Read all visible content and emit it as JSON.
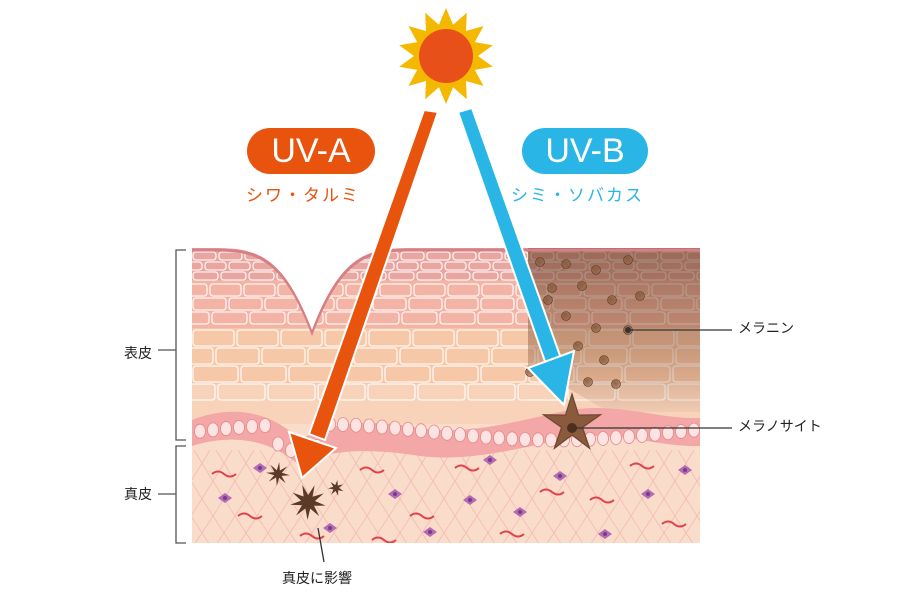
{
  "uva": {
    "label": "UV-A",
    "effect": "シワ・タルミ",
    "color": "#e8530e"
  },
  "uvb": {
    "label": "UV-B",
    "effect": "シミ・ソバカス",
    "color": "#29b6e6"
  },
  "labels": {
    "epidermis": "表皮",
    "dermis": "真皮",
    "melanin": "メラニン",
    "melanocyte": "メラノサイト",
    "dermis_effect": "真皮に影響"
  },
  "icons": [
    "sun-icon",
    "melanocyte-icon",
    "damage-spark-icon"
  ],
  "colors": {
    "sun_rays": "#f5b800",
    "sun_core": "#e8501a",
    "skin_surface": "#e79a9e",
    "skin_mid": "#f6c6a4",
    "skin_base": "#f8d3ba",
    "dermis": "#fadccb",
    "melanin": "#8a5a3c"
  }
}
